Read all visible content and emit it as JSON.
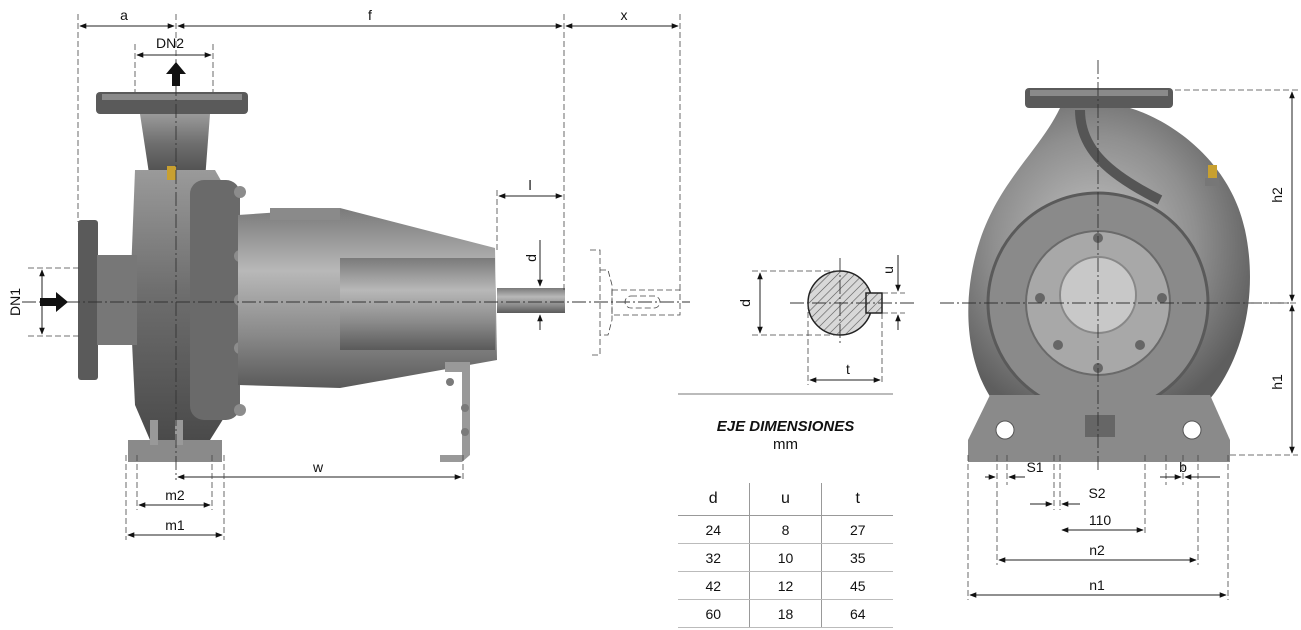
{
  "side_view": {
    "labels": {
      "a": "a",
      "f": "f",
      "x": "x",
      "dn2": "DN2",
      "dn1": "DN1",
      "l": "l",
      "d": "d",
      "w": "w",
      "m2": "m2",
      "m1": "m1"
    }
  },
  "shaft_section": {
    "labels": {
      "d": "d",
      "u": "u",
      "t": "t"
    }
  },
  "front_view": {
    "labels": {
      "h2": "h2",
      "h1": "h1",
      "s1": "S1",
      "s2": "S2",
      "b": "b",
      "dim_110": "110",
      "n2": "n2",
      "n1": "n1"
    }
  },
  "shaft_table": {
    "title": "EJE DIMENSIONES",
    "unit": "mm",
    "columns": [
      "d",
      "u",
      "t"
    ],
    "rows": [
      [
        "24",
        "8",
        "27"
      ],
      [
        "32",
        "10",
        "35"
      ],
      [
        "42",
        "12",
        "45"
      ],
      [
        "60",
        "18",
        "64"
      ]
    ]
  },
  "colors": {
    "metal_dark": "#4a4a4a",
    "metal_mid": "#7d7d7d",
    "metal_light": "#b5b5b5",
    "brass": "#c8a030"
  }
}
